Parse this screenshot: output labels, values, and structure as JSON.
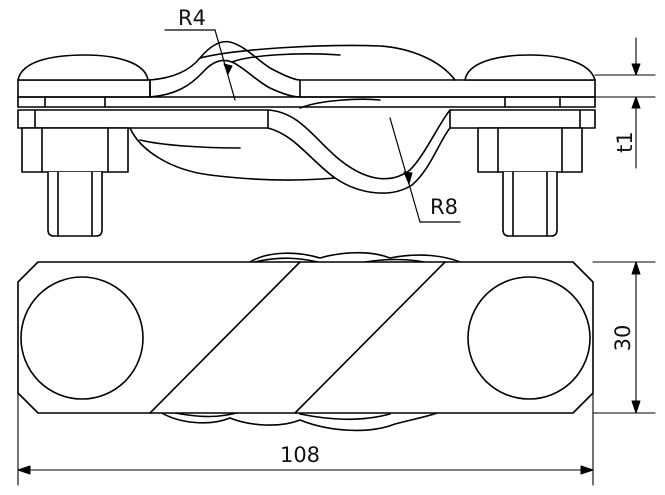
{
  "drawing": {
    "labels": {
      "radius_small": "R4",
      "radius_large": "R8",
      "thickness": "t1",
      "width": "30",
      "length": "108"
    }
  }
}
